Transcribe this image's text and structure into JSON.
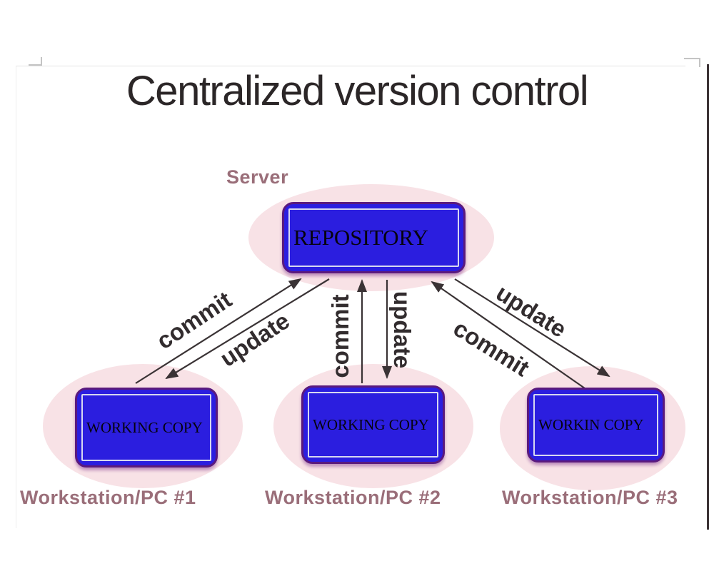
{
  "title": "Centralized version control",
  "server": {
    "label": "Server",
    "box": "REPOSITORY"
  },
  "workstations": [
    {
      "label": "Workstation/PC #1",
      "box": "WORKING COPY"
    },
    {
      "label": "Workstation/PC #2",
      "box": "WORKING COPY"
    },
    {
      "label": "Workstation/PC #3",
      "box": "WORKIN COPY"
    }
  ],
  "arrows": [
    {
      "id": "ws1-commit",
      "label": "commit",
      "direction": "workstation-to-repository"
    },
    {
      "id": "ws1-update",
      "label": "update",
      "direction": "repository-to-workstation"
    },
    {
      "id": "ws2-commit",
      "label": "commit",
      "direction": "workstation-to-repository"
    },
    {
      "id": "ws2-update",
      "label": "update",
      "direction": "repository-to-workstation"
    },
    {
      "id": "ws3-update",
      "label": "update",
      "direction": "repository-to-workstation"
    },
    {
      "id": "ws3-commit",
      "label": "commit",
      "direction": "workstation-to-repository"
    }
  ],
  "colors": {
    "node_fill": "#2b1edf",
    "node_border": "#5a1a7e",
    "ellipse_fill": "#f8e2e6",
    "label_mauve": "#9a6e79",
    "arrow_color": "#3a3335",
    "arrow_label_text": "#322c2e",
    "title_text": "#2b2627"
  }
}
